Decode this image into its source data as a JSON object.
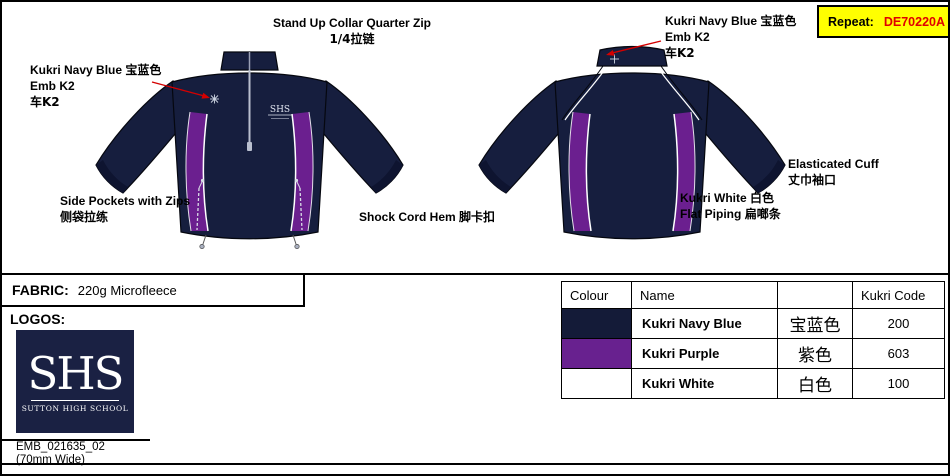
{
  "repeat": {
    "label": "Repeat:",
    "code": "DE70220A"
  },
  "annotations": {
    "collar": {
      "en": "Stand Up Collar Quarter Zip",
      "zh": "1/4拉链"
    },
    "emb_front": {
      "name": "Kukri Navy Blue",
      "name_zh": "宝蓝色",
      "emb": "Emb K2",
      "emb_zh": "车K2"
    },
    "emb_back": {
      "name": "Kukri Navy Blue",
      "name_zh": "宝蓝色",
      "emb": "Emb K2",
      "emb_zh": "车K2"
    },
    "pockets": {
      "en": "Side Pockets with Zips",
      "zh": "侧袋拉练"
    },
    "hem": {
      "en": "Shock Cord Hem",
      "zh": "脚卡扣"
    },
    "piping": {
      "name": "Kukri White",
      "name_zh": "白色",
      "desc": "Flat Piping",
      "desc_zh": "扁啷条"
    },
    "cuff": {
      "en": "Elasticated Cuff",
      "zh": "丈巾袖口"
    }
  },
  "fabric": {
    "label": "FABRIC:",
    "value": "220g Microfleece"
  },
  "logos": {
    "label": "LOGOS:",
    "monogram": "SHS",
    "school": "SUTTON HIGH SCHOOL",
    "emb_code": "EMB_021635_02",
    "size_note": "(70mm Wide)"
  },
  "color_table": {
    "headers": {
      "colour": "Colour",
      "name": "Name",
      "zh": "",
      "code": "Kukri Code"
    },
    "rows": [
      {
        "swatch": "#141b38",
        "name": "Kukri Navy Blue",
        "zh": "宝蓝色",
        "code": "200"
      },
      {
        "swatch": "#68218f",
        "name": "Kukri Purple",
        "zh": "紫色",
        "code": "603"
      },
      {
        "swatch": "#ffffff",
        "name": "Kukri White",
        "zh": "白色",
        "code": "100"
      }
    ]
  },
  "colors": {
    "navy": "#161e3e",
    "purple": "#6b1f8f",
    "white": "#ffffff",
    "red_line": "#d40000",
    "yellow": "#ffff00"
  }
}
